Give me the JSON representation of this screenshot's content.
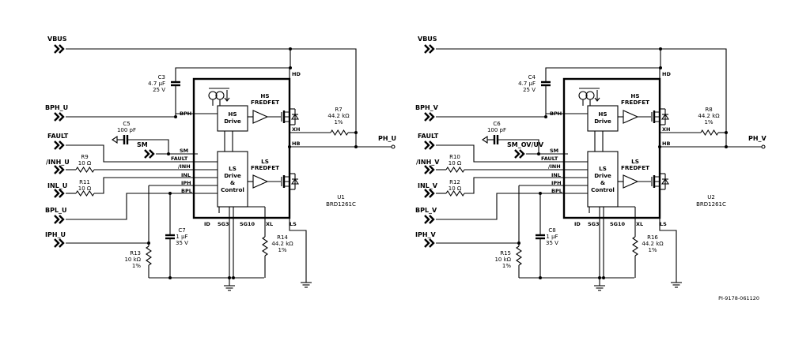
{
  "footer_ref": "PI-9178-061120",
  "circuits": [
    {
      "ports": {
        "vbus": "VBUS",
        "bph": "BPH_U",
        "fault": "FAULT",
        "inh": "/INH_U",
        "inl": "INL_U",
        "bpl": "BPL_U",
        "iph": "IPH_U",
        "sm": "SM",
        "out": "PH_U"
      },
      "chip": {
        "ref": "U1",
        "part": "BRD1261C"
      },
      "pins": {
        "hd": "HD",
        "bph": "BPH",
        "xh": "XH",
        "hb": "HB",
        "sm": "SM",
        "fault": "FAULT",
        "inh": "/INH",
        "inl": "INL",
        "iph": "IPH",
        "bpl": "BPL",
        "id": "ID",
        "sg3": "SG3",
        "sg10": "SG10",
        "xl": "XL",
        "ls": "LS"
      },
      "blocks": {
        "hs_drive": "HS\nDrive",
        "ls_drive": "LS\nDrive\n&\nControl",
        "hs_fet": "HS\nFREDFET",
        "ls_fet": "LS\nFREDFET"
      },
      "comps": {
        "c_vbus": [
          "C3",
          "4.7 µF",
          "25 V"
        ],
        "c_sm": [
          "C5",
          "100 pF"
        ],
        "r_fault": [
          "R9",
          "10 Ω"
        ],
        "r_inl": [
          "R11",
          "10 Ω"
        ],
        "r_xh": [
          "R7",
          "44.2 kΩ",
          "1%"
        ],
        "c_iph": [
          "C7",
          "1 µF",
          "35 V"
        ],
        "r_iph": [
          "R13",
          "10 kΩ",
          "1%"
        ],
        "r_xl": [
          "R14",
          "44.2 kΩ",
          "1%"
        ]
      }
    },
    {
      "ports": {
        "vbus": "VBUS",
        "bph": "BPH_V",
        "fault": "FAULT",
        "inh": "/INH_V",
        "inl": "INL_V",
        "bpl": "BPL_V",
        "iph": "IPH_V",
        "sm": "SM_OV/UV",
        "out": "PH_V"
      },
      "chip": {
        "ref": "U2",
        "part": "BRD1261C"
      },
      "pins": {
        "hd": "HD",
        "bph": "BPH",
        "xh": "XH",
        "hb": "HB",
        "sm": "SM",
        "fault": "FAULT",
        "inh": "/INH",
        "inl": "INL",
        "iph": "IPH",
        "bpl": "BPL",
        "id": "ID",
        "sg3": "SG3",
        "sg10": "SG10",
        "xl": "XL",
        "ls": "LS"
      },
      "blocks": {
        "hs_drive": "HS\nDrive",
        "ls_drive": "LS\nDrive\n&\nControl",
        "hs_fet": "HS\nFREDFET",
        "ls_fet": "LS\nFREDFET"
      },
      "comps": {
        "c_vbus": [
          "C4",
          "4.7 µF",
          "25 V"
        ],
        "c_sm": [
          "C6",
          "100 pF"
        ],
        "r_fault": [
          "R10",
          "10 Ω"
        ],
        "r_inl": [
          "R12",
          "10 Ω"
        ],
        "r_xh": [
          "R8",
          "44.2 kΩ",
          "1%"
        ],
        "c_iph": [
          "C8",
          "1 µF",
          "35 V"
        ],
        "r_iph": [
          "R15",
          "10 kΩ",
          "1%"
        ],
        "r_xl": [
          "R16",
          "44.2 kΩ",
          "1%"
        ]
      }
    }
  ]
}
